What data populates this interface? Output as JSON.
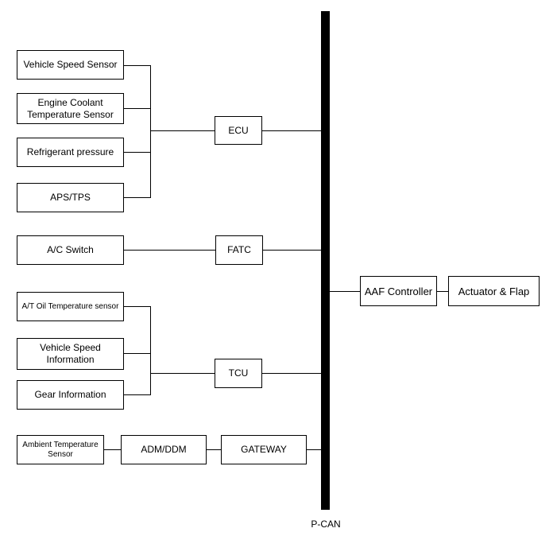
{
  "diagram": {
    "bus_label": "P-CAN",
    "nodes": {
      "vehicle_speed_sensor": "Vehicle Speed Sensor",
      "engine_coolant_line1": "Engine Coolant",
      "engine_coolant_line2": "Temperature Sensor",
      "refrigerant_pressure": "Refrigerant pressure",
      "aps_tps": "APS/TPS",
      "ecu": "ECU",
      "ac_switch": "A/C Switch",
      "fatc": "FATC",
      "at_oil_temp": "A/T Oil Temperature sensor",
      "vehicle_speed_info_line1": "Vehicle Speed",
      "vehicle_speed_info_line2": "Information",
      "gear_information": "Gear Information",
      "tcu": "TCU",
      "ambient_line1": "Ambient Temperature",
      "ambient_line2": "Sensor",
      "adm_ddm": "ADM/DDM",
      "gateway": "GATEWAY",
      "aaf_controller": "AAF Controller",
      "actuator_flap": "Actuator & Flap"
    }
  }
}
